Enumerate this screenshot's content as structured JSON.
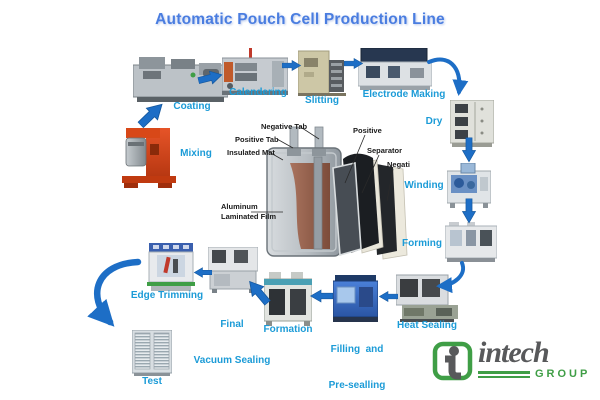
{
  "title": "Automatic Pouch Cell Production Line",
  "stages": {
    "mixing": "Mixing",
    "coating": "Coating",
    "calendering": "Calendering",
    "slitting": "Slitting",
    "electrode_making": "Electrode Making",
    "dry": "Dry",
    "winding": "Winding",
    "forming": "Forming",
    "heat_sealing": "Heat Sealing",
    "filling_line1": "Filling  and",
    "filling_line2": "Pre-sealling",
    "formation": "Formation",
    "final_line1": "Final",
    "final_line2": "Vacuum Sealing",
    "edge_trimming": "Edge Trimming",
    "test": "Test"
  },
  "cell": {
    "negative_tab": "Negative Tab",
    "positive_tab": "Positive Tab",
    "insulated_mat": "Insulated Mat",
    "positive": "Positive",
    "separator": "Separator",
    "negative": "Negative",
    "aluminum_line1": "Aluminum",
    "aluminum_line2": "Laminated Film"
  },
  "logo": {
    "name": "intech",
    "group": "GROUP"
  },
  "colors": {
    "title": "#4a7de0",
    "stage_label": "#1b9bd7",
    "arrow": "#1d6ec6",
    "cell_label": "#1a1a1a",
    "logo_green": "#3f9e46",
    "logo_gray": "#58595b"
  }
}
